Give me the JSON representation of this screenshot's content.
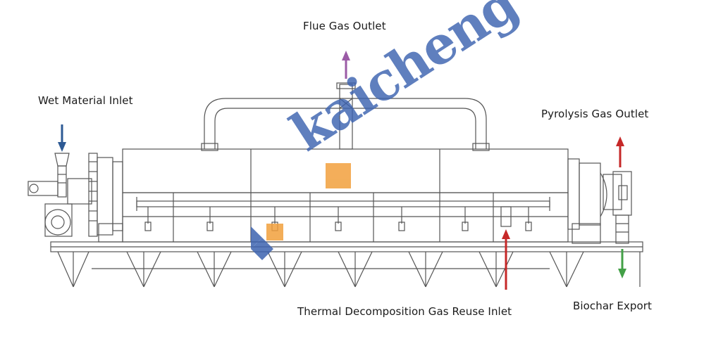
{
  "labels": {
    "flue_gas_outlet": "Flue Gas Outlet",
    "wet_material_inlet": "Wet Material Inlet",
    "pyrolysis_gas_outlet": "Pyrolysis Gas Outlet",
    "thermal_decomposition_gas_reuse_inlet": "Thermal Decomposition Gas Reuse Inlet",
    "biochar_export": "Biochar Export"
  },
  "watermark": {
    "text": "kaicheng"
  },
  "colors": {
    "line": "#555555",
    "flue_arrow": "#9b5ba6",
    "inlet_arrow": "#2d5a94",
    "pyrolysis_arrow": "#c62828",
    "reuse_arrow": "#c62828",
    "biochar_arrow": "#43a047",
    "logo_blue": "#3d63b0",
    "logo_orange": "#f2a03d"
  }
}
